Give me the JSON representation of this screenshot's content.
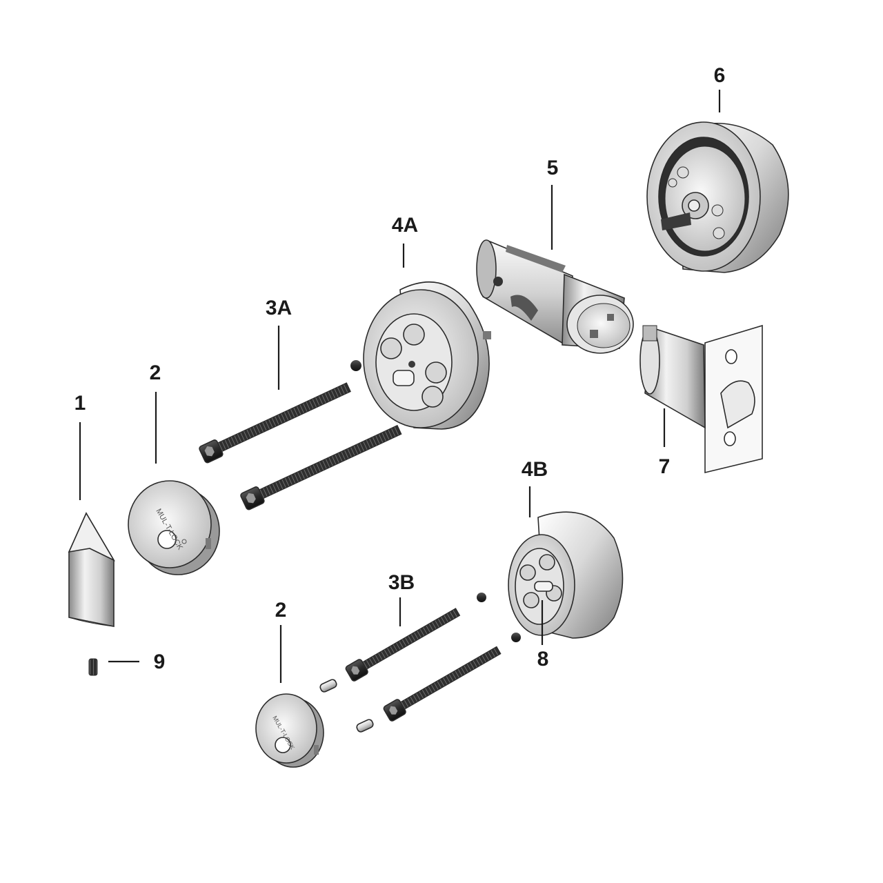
{
  "labels": {
    "p1": "1",
    "p2_top": "2",
    "p2_bottom": "2",
    "p3a": "3A",
    "p3b": "3B",
    "p4a": "4A",
    "p4b": "4B",
    "p5": "5",
    "p6": "6",
    "p7": "7",
    "p8": "8",
    "p9": "9"
  },
  "colors": {
    "metal_light": "#f4f4f4",
    "metal_mid": "#bdbdbd",
    "metal_dark": "#6e6e6e",
    "ink": "#1a1a1a"
  }
}
